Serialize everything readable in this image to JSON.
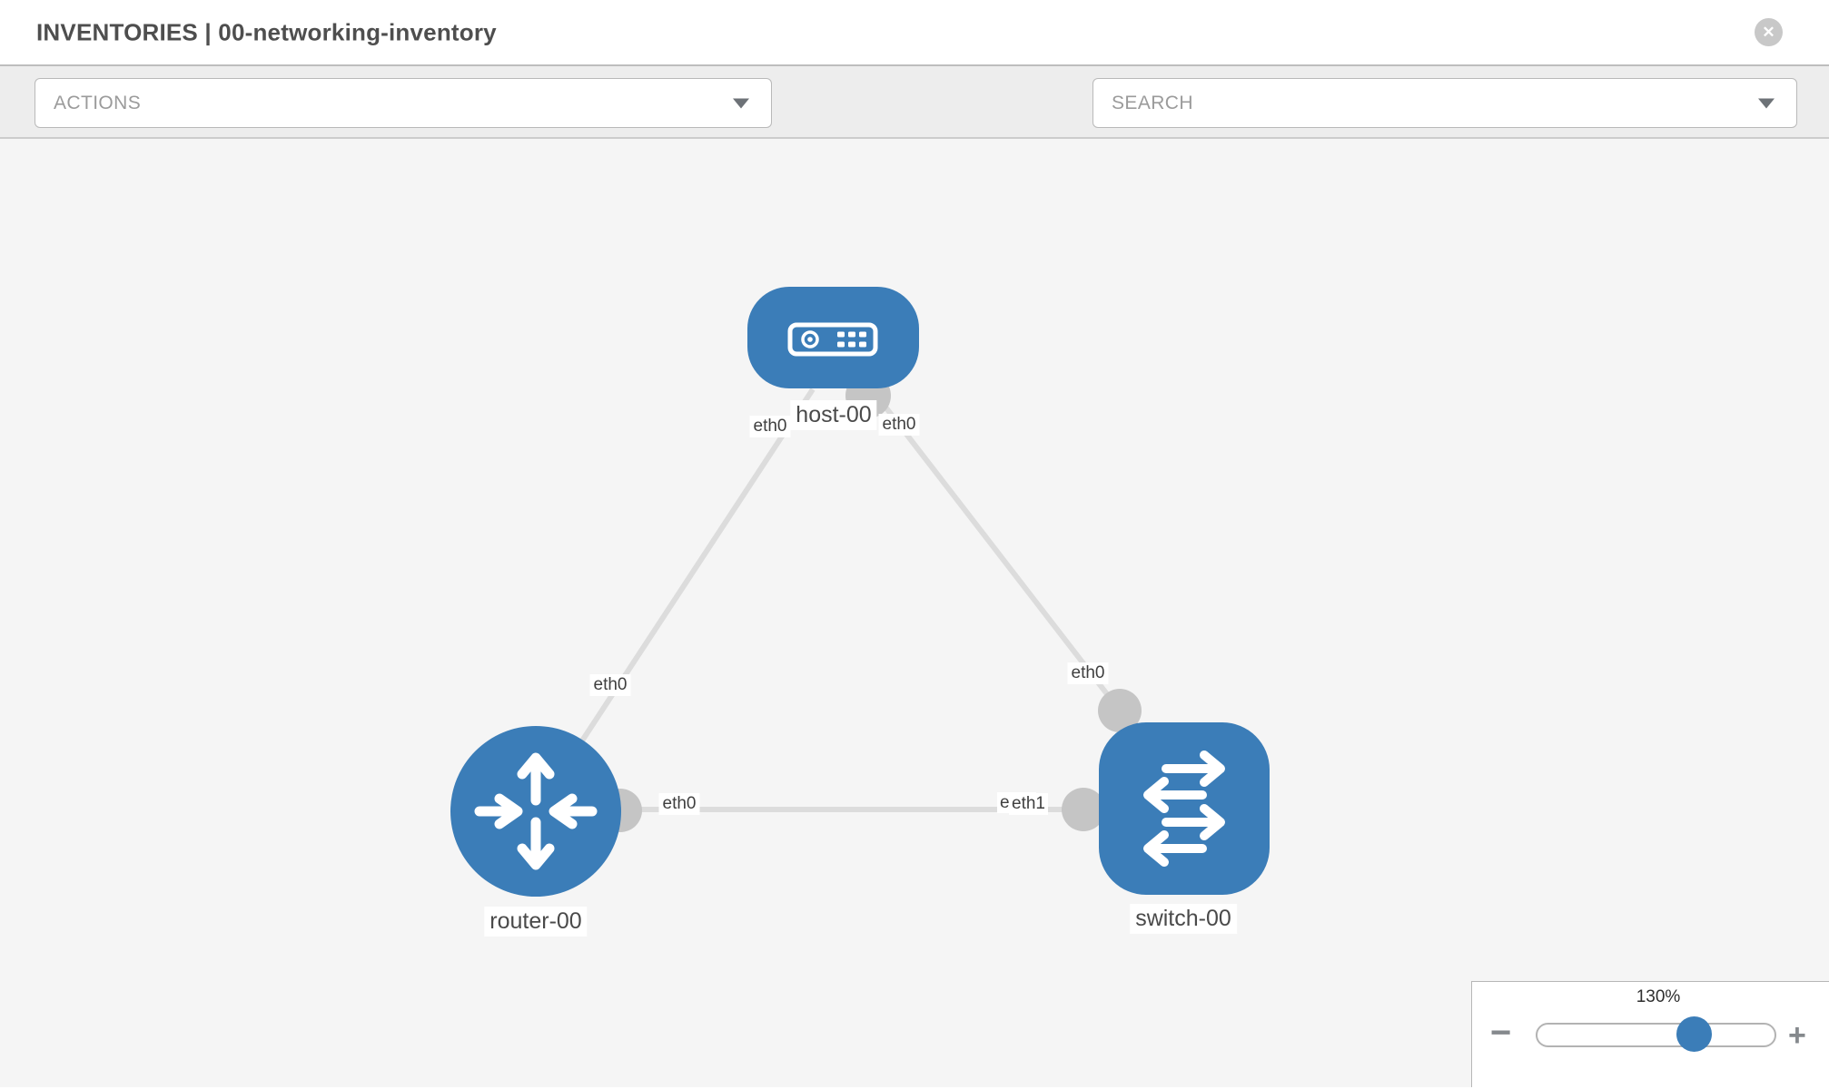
{
  "header": {
    "title": "INVENTORIES | 00-networking-inventory",
    "close_glyph": "✕"
  },
  "toolbar": {
    "actions_label": "ACTIONS",
    "search_label": "SEARCH"
  },
  "canvas": {
    "nodes": [
      {
        "id": "host-00",
        "type": "host",
        "label": "host-00"
      },
      {
        "id": "router-00",
        "type": "router",
        "label": "router-00"
      },
      {
        "id": "switch-00",
        "type": "switch",
        "label": "switch-00"
      }
    ],
    "links": [
      {
        "source": "host-00",
        "source_interface": "eth0",
        "target": "router-00",
        "target_interface": "eth0"
      },
      {
        "source": "host-00",
        "source_interface": "eth0",
        "target": "switch-00",
        "target_interface": "eth0"
      },
      {
        "source": "router-00",
        "source_interface": "eth0",
        "target": "switch-00",
        "target_interface": "eth1"
      }
    ],
    "interface_labels": {
      "host_left": "eth0",
      "host_right": "eth0",
      "router_top": "eth0",
      "switch_top": "eth0",
      "router_right": "eth0",
      "switch_left_a": "eth0",
      "switch_left_b": "eth1"
    }
  },
  "zoom_control": {
    "level": "130%",
    "minus_glyph": "−",
    "plus_glyph": "+",
    "slider_percent": 65
  },
  "colors": {
    "node_fill": "#3b7db8",
    "link": "#dcdcdc",
    "connector": "#c5c5c5",
    "accent_blue": "#3b7db8"
  }
}
